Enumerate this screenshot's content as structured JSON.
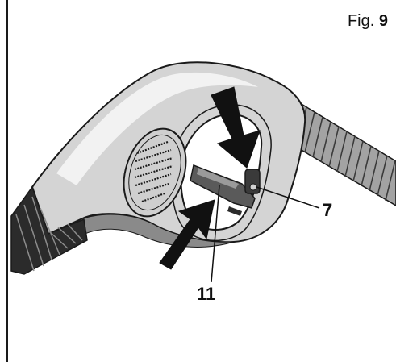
{
  "figure": {
    "prefix": "Fig.",
    "number": "9"
  },
  "callouts": [
    {
      "id": "part-7",
      "label": "7"
    },
    {
      "id": "part-11",
      "label": "11"
    }
  ],
  "colors": {
    "line": "#1a1a1a",
    "grip": "#2b2b2b",
    "body_light": "#e6e6e6",
    "body_mid": "#bdbdbd",
    "body_dark": "#8a8a8a",
    "hose": "#9a9a9a",
    "arrow": "#111111"
  }
}
